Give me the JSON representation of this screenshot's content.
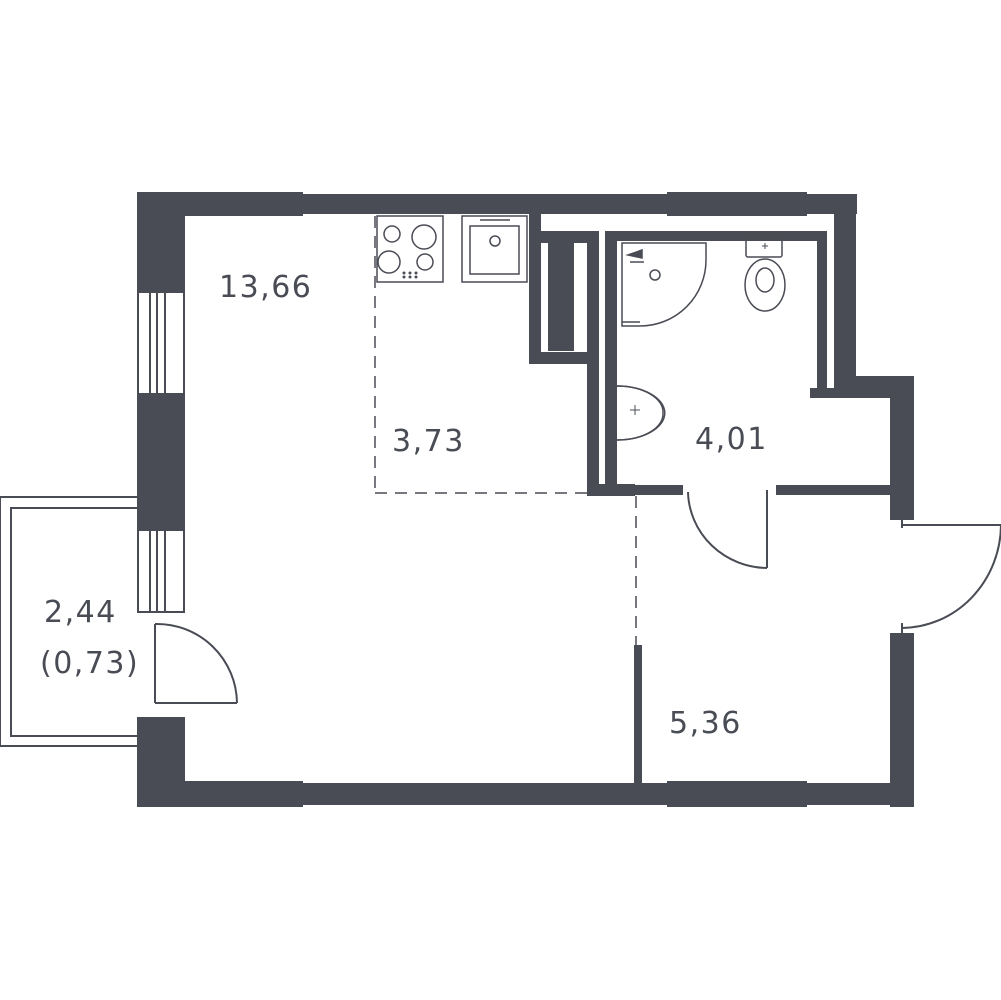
{
  "plan": {
    "wall_color": "#4a4c55",
    "line_color": "#4a4c55",
    "background": "#ffffff",
    "rooms": [
      {
        "area": "13,66"
      },
      {
        "area": "3,73"
      },
      {
        "area": "4,01"
      },
      {
        "area": "5,36"
      },
      {
        "area": "2,44",
        "reduced_area": "(0,73)"
      }
    ],
    "icons": [
      "stove-icon",
      "kitchen-sink-icon",
      "shower-icon",
      "toilet-icon",
      "bathroom-sink-icon",
      "door-icon",
      "window-icon"
    ]
  }
}
